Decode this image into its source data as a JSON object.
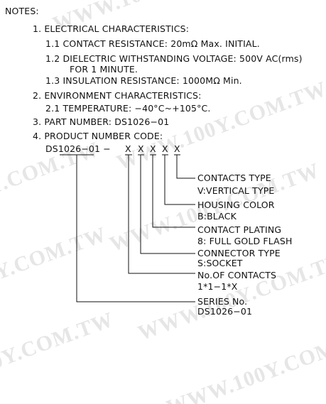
{
  "watermark": "WWW.100Y.COM.TW",
  "notes_heading": "NOTES:",
  "items": {
    "i1": "1. ELECTRICAL CHARACTERISTICS:",
    "i1_1": "1.1 CONTACT RESISTANCE: 20mΩ Max. INITIAL.",
    "i1_2": "1.2 DIELECTRIC WITHSTANDING VOLTAGE: 500V AC(rms)",
    "i1_2b": "FOR 1 MINUTE.",
    "i1_3": "1.3 INSULATION RESISTANCE: 1000MΩ Min.",
    "i2": "2. ENVIRONMENT CHARACTERISTICS:",
    "i2_1": "2.1 TEMPERATURE: −40°C~+105°C.",
    "i3": "3. PART NUMBER: DS1026−01",
    "i4": "4. PRODUCT NUMBER CODE:"
  },
  "code": {
    "prefix": "DS1026−01 −",
    "x1": "X",
    "x2": "X",
    "x3": "X",
    "x4": "X",
    "x5": "X"
  },
  "legend": [
    {
      "title": "CONTACTS TYPE",
      "detail": "V:VERTICAL TYPE"
    },
    {
      "title": "HOUSING COLOR",
      "detail": "B:BLACK"
    },
    {
      "title": "CONTACT PLATING",
      "detail": "8: FULL GOLD FLASH"
    },
    {
      "title": "CONNECTOR TYPE",
      "detail": "S:SOCKET"
    },
    {
      "title": "No.OF CONTACTS",
      "detail": "1*1−1*X"
    },
    {
      "title": "SERIES No.",
      "detail": "DS1026−01"
    }
  ]
}
